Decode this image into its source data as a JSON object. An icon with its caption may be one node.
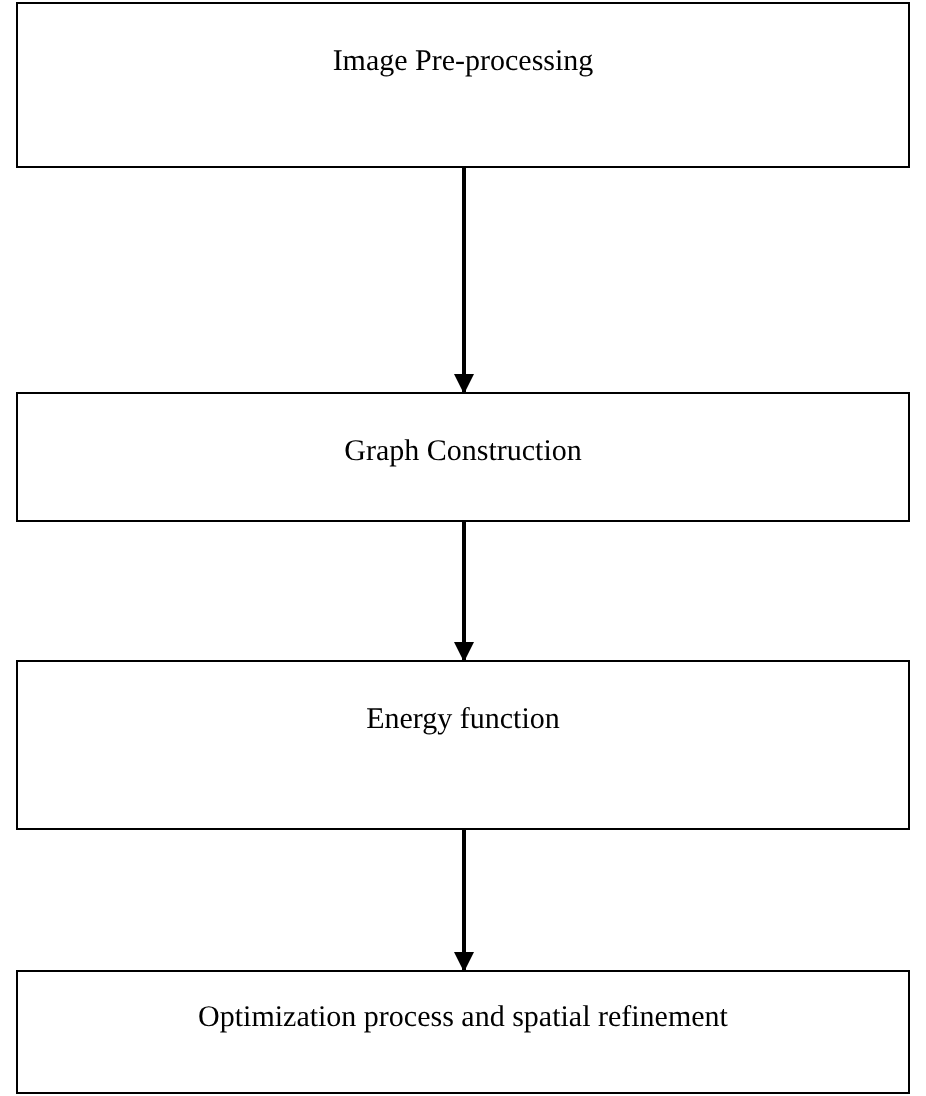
{
  "diagram": {
    "nodes": [
      {
        "text": [
          "Image Pre-processing"
        ]
      },
      {
        "text": [
          "Graph Construction"
        ]
      },
      {
        "text": [
          "Energy function"
        ]
      },
      {
        "text": [
          "Optimization process and spatial refinement"
        ]
      }
    ],
    "edges": [
      {
        "from": 0,
        "to": 1,
        "arrow": "to"
      },
      {
        "from": 1,
        "to": 2,
        "arrow": "to"
      },
      {
        "from": 2,
        "to": 3,
        "arrow": "to"
      }
    ]
  }
}
